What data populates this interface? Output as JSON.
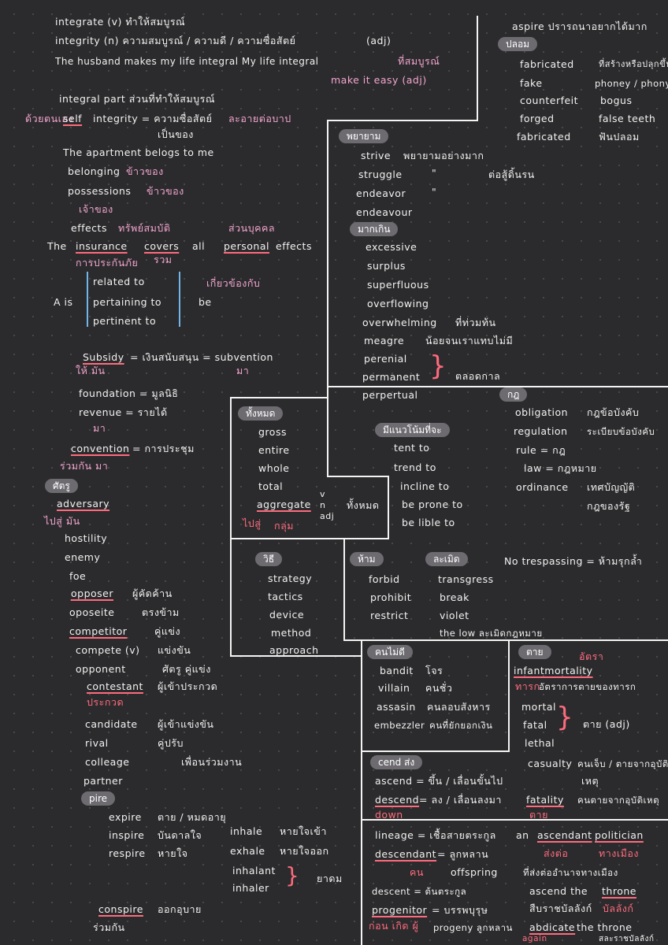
{
  "left": {
    "l1": "integrate  (v)  ทำให้สมบูรณ์",
    "l2": "integrity   (n)  ความสมบูรณ์ / ความดี / ความซื่อสัตย์",
    "l2b": "(adj)",
    "l3": "The  husband   makes   my life  integral   My life  integral",
    "l3p": "ที่สมบูรณ์",
    "l4p": "make  it  easy  (adj)",
    "l5": "integral part  ส่วนที่ทำให้สมบูรณ์",
    "l6p": "ด้วยตนเอง",
    "l6a": "self",
    "l6b": "integrity  = ความซื่อสัตย์  ",
    "l6c": "ละอายต่อบาป",
    "l7p": "เป็นของ",
    "l8": "The  apartment   belogs  to  me",
    "l9a": "belonging",
    "l9b": "ข้าวของ",
    "l10a": "possessions",
    "l10b": "ข้าวของ",
    "l11p": "เจ้าของ",
    "l12a": "effects",
    "l12b": "ทรัพย์สมบัติ",
    "l12c": "ส่วนบุคคล",
    "l13a": "The",
    "l13b": "insurance",
    "l13c": "covers",
    "l13d": "all",
    "l13e": "personal",
    "l13f": "effects",
    "l14p": "การประกันภัย",
    "l14q": "รวม",
    "rel1": "related       to",
    "rel2": "pertaining  to",
    "rel3": "pertinent    to",
    "rel_mean": "เกี่ยวข้องกับ",
    "a_is": "A  is",
    "be": "be",
    "s1a": "Subsidy",
    "s1b": "= เงินสนับสนุน   = subvention",
    "s1c": "ให้        มัน",
    "s1d": "มา",
    "f1": "foundation   = มูลนิธิ",
    "f2": "revenue   = รายได้",
    "f2p": "มา",
    "c1a": "convention",
    "c1b": "= การประชุม",
    "c1p": "ร่วมกัน   มา",
    "enemy_hl": "ศัตรู",
    "adv": "adversary",
    "advp": "ไปสู่   มัน",
    "w1": "hostility",
    "w2": "enemy",
    "w3": "foe",
    "w4a": "opposer",
    "w4b": "ผู้คัดค้าน",
    "w5a": "oposeite",
    "w5b": "ตรงข้าม",
    "w6a": "competitor",
    "w6b": "คู่แข่ง",
    "w7a": "compete (v)",
    "w7b": "แข่งขัน",
    "w8a": "opponent",
    "w8b": "ศัตรู คู่แข่ง",
    "w9a": "contestant",
    "w9b": "ผู้เข้าประกวด",
    "w9p": "ประกวด",
    "w10a": "candidate",
    "w10b": "ผู้เข้าแข่งขัน",
    "w11a": "rival",
    "w11b": "คู่ปรับ",
    "w12a": "colleage",
    "w12b": "เพื่อนร่วมงาน",
    "w13": "partner",
    "pire_hl": "pire",
    "p1a": "expire",
    "p1b": "ตาย / หมดอายุ",
    "p2a": "inspire",
    "p2b": "บันดาลใจ",
    "p3a": "respire",
    "p3b": "หายใจ",
    "p4a": "inhale",
    "p4b": "หายใจเข้า",
    "p5a": "exhale",
    "p5b": "หายใจออก",
    "p6": "inhalant",
    "p7": "inhaler",
    "p6b": "ยาดม",
    "cons_a": "conspire",
    "cons_b": "ออกอุบาย",
    "cons_p": "ร่วมกัน"
  },
  "aspire": {
    "top": "aspire      ปรารถนาอยากได้มาก",
    "fake_hl": "ปลอม",
    "r1a": "fabricated",
    "r1b": "ที่สร้างหรือปลุกขึ้น",
    "r2a": "fake",
    "r2b": "phoney / phony",
    "r3a": "counterfeit",
    "r3b": "bogus",
    "r4a": "forged",
    "r4b": "false  teeth",
    "r5a": "fabricated",
    "r5b": "ฟันปลอม"
  },
  "strive": {
    "hl": "พยายาม",
    "s1a": "strive",
    "s1b": "พยายามอย่างมาก",
    "s2a": "struggle",
    "s2b": "\"",
    "s2c": "ต่อสู้ดิ้นรน",
    "s3a": "endeavor",
    "s3b": "\"",
    "s4": "endeavour",
    "hl2": "มากเกิน",
    "e1": "excessive",
    "e2": "surplus",
    "e3": "superfluous",
    "e4": "overflowing",
    "e5a": "overwhelming",
    "e5b": "ที่ท่วมท้น",
    "e6a": "meagre",
    "e6b": "น้อยจนเราแทบไม่มี",
    "e7": "perenial",
    "e8": "permanent",
    "e9": "perpertual",
    "e_mean": "ตลอดกาล"
  },
  "rule": {
    "hl": "กฎ",
    "r1a": "obligation",
    "r1b": "กฎข้อบังคับ",
    "r2a": "regulation",
    "r2b": "ระเบียบข้อบังคับ",
    "r3": "rule  = กฎ",
    "r4": "law  = กฎหมาย",
    "r5a": "ordinance",
    "r5b": "เทศบัญญัติ",
    "r6": "กฎของรัฐ"
  },
  "tend": {
    "hl": "มีแนวโน้มที่จะ",
    "t1": "tent       to",
    "t2": "trend     to",
    "t3": "incline  to",
    "t4": "be  prone  to",
    "t5": "be  lible  to"
  },
  "gross": {
    "hl": "ทั้งหมด",
    "g1": "gross",
    "g2": "entire",
    "g3": "whole",
    "g4": "total",
    "g5": "aggregate",
    "pos_v": "v",
    "pos_n": "n",
    "pos_adj": "adj",
    "g_mean": "ทั้งหมด",
    "g_p1": "ไปสู่",
    "g_p2": "กลุ่ม"
  },
  "strategy": {
    "hl": "วิธี",
    "s1": "strategy",
    "s2": "tactics",
    "s3": "device",
    "s4": "method",
    "s5": "approach"
  },
  "forbid": {
    "hl": "ห้าม",
    "hl2": "ละเมิด",
    "f1": "forbid",
    "f2": "prohibit",
    "f3": "restrict",
    "v1": "transgress",
    "v2": "break",
    "v3": "violet",
    "v4": "the low  ละเมิดกฎหมาย",
    "nt": "No  trespassing   = ห้ามรุกล้ำ"
  },
  "villain": {
    "hl": "คนไม่ดี",
    "v1a": "bandit",
    "v1b": "โจร",
    "v2a": "villain",
    "v2b": "คนชั่ว",
    "v3a": "assasin",
    "v3b": "คนลอบสังหาร",
    "v4a": "embezzler",
    "v4b": "คนที่ยักยอกเงิน"
  },
  "death": {
    "hl": "ตาย",
    "d0p": "อัตรา",
    "d1": "infantmortality",
    "d1p": "ทารก",
    "d1b": "อัตราการตายของทารก",
    "d2": "mortal",
    "d3": "fatal",
    "d4": "lethal",
    "d_mean": "ตาย (adj)",
    "d5a": "casualty",
    "d5b": "คนเจ็บ / ตายจากอุบัติ",
    "d5c": "เหตุ",
    "d6a": "fatality",
    "d6b": "คนตายจากอุบัติเหตุ",
    "d6p": "ตาย"
  },
  "cend": {
    "hl": "cend  ส่ง",
    "c1": "ascend = ขึ้น / เลื่อนขั้นไป",
    "c2a": "descend",
    "c2b": "= ลง / เลื่อนลงมา",
    "c2p": "down",
    "c3": "lineage = เชื้อสายตระกูล",
    "c4a": "descendant",
    "c4b": "= ลูกหลาน",
    "c4p": "คน",
    "c4c": "offspring",
    "c5": "descent = ต้นตระกูล",
    "c6a": "progenitor",
    "c6b": "= บรรพบุรุษ",
    "c6p": "ก่อน  เกิด  ผู้",
    "c7": "progeny  ลูกหลาน",
    "a1a": "an",
    "a1b": "ascendant",
    "a1c": "politician",
    "a1p": "ส่งต่อ",
    "a1q": "ทางเมือง",
    "a2": "ที่ส่งต่ออำนาจทางเมือง",
    "a3a": "ascend   the",
    "a3b": "throne",
    "a4": "สืบราชบัลลังก์",
    "a4p": "บัลลังก์",
    "a5a": "abdicate",
    "a5b": "the  throne",
    "a5p": "again",
    "a6": "สละราชบัลลังก์"
  }
}
